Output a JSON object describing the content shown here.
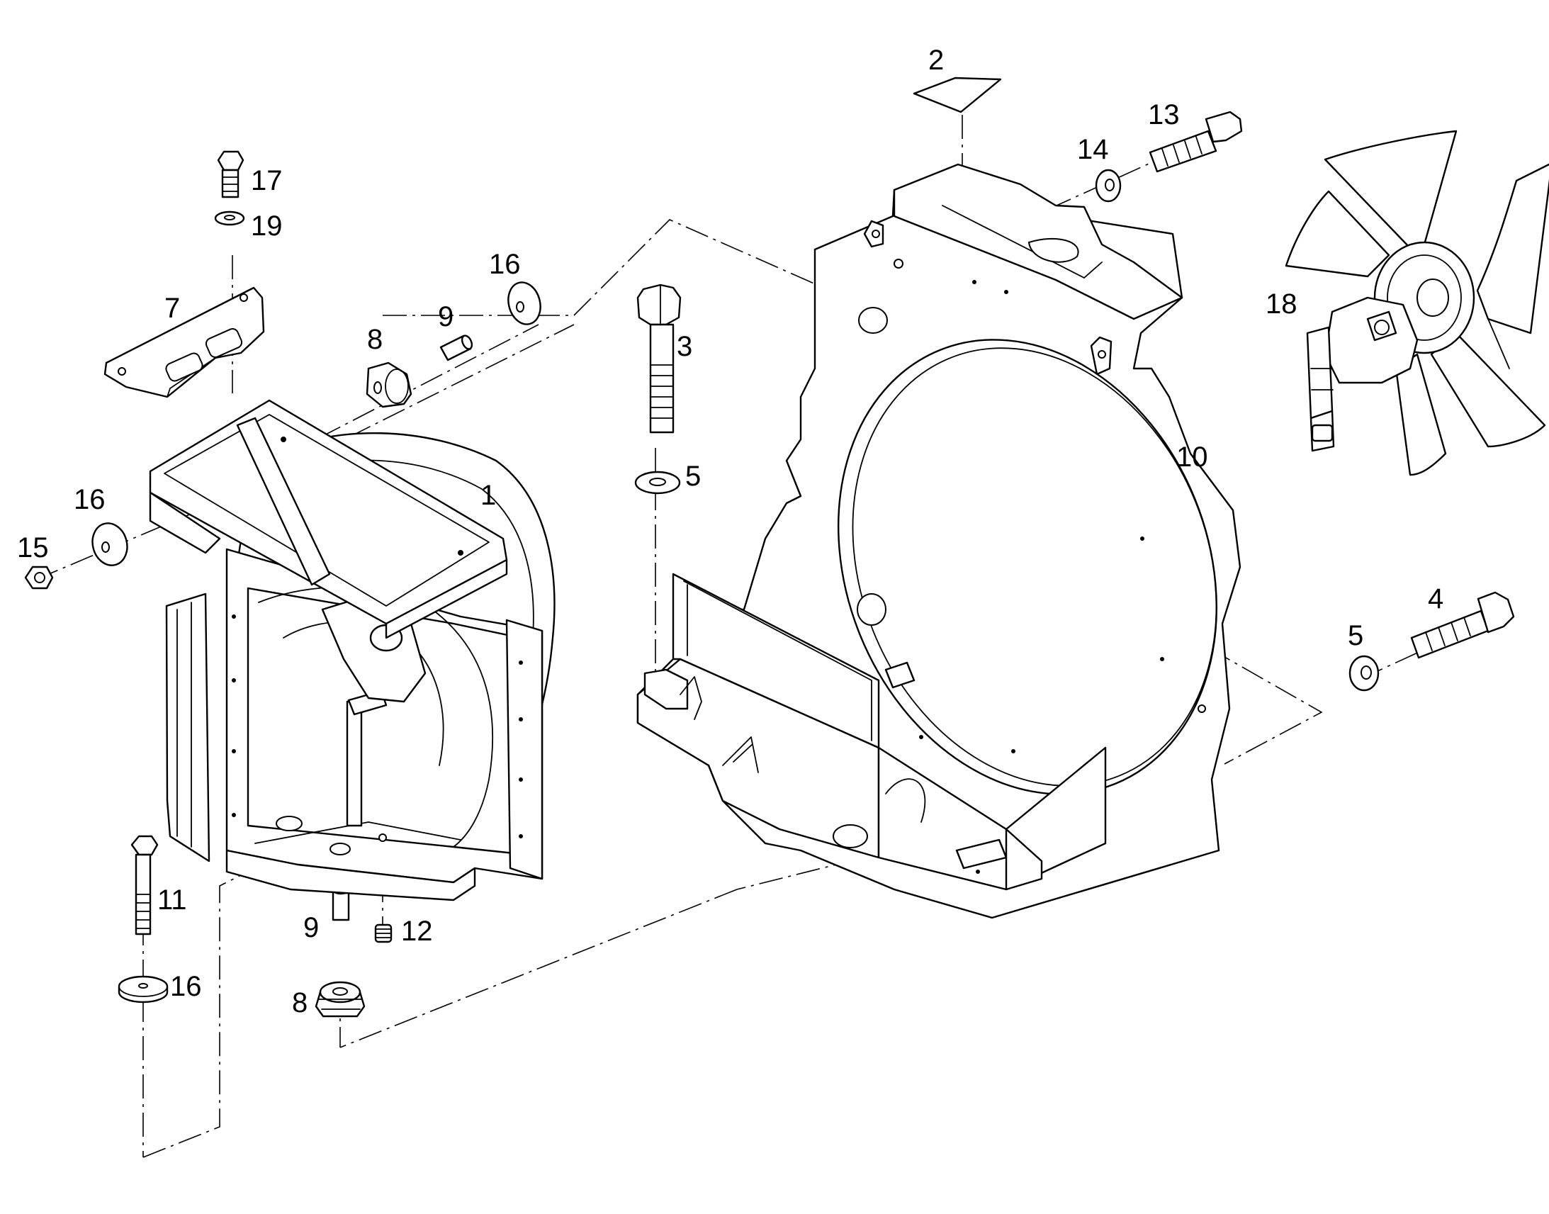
{
  "callouts": {
    "c1": "1",
    "c2": "2",
    "c3": "3",
    "c4": "4",
    "c5a": "5",
    "c5b": "5",
    "c7": "7",
    "c8a": "8",
    "c8b": "8",
    "c9a": "9",
    "c9b": "9",
    "c10": "10",
    "c11": "11",
    "c12": "12",
    "c13": "13",
    "c14": "14",
    "c15": "15",
    "c16a": "16",
    "c16b": "16",
    "c16c": "16",
    "c17": "17",
    "c18": "18",
    "c19": "19"
  }
}
